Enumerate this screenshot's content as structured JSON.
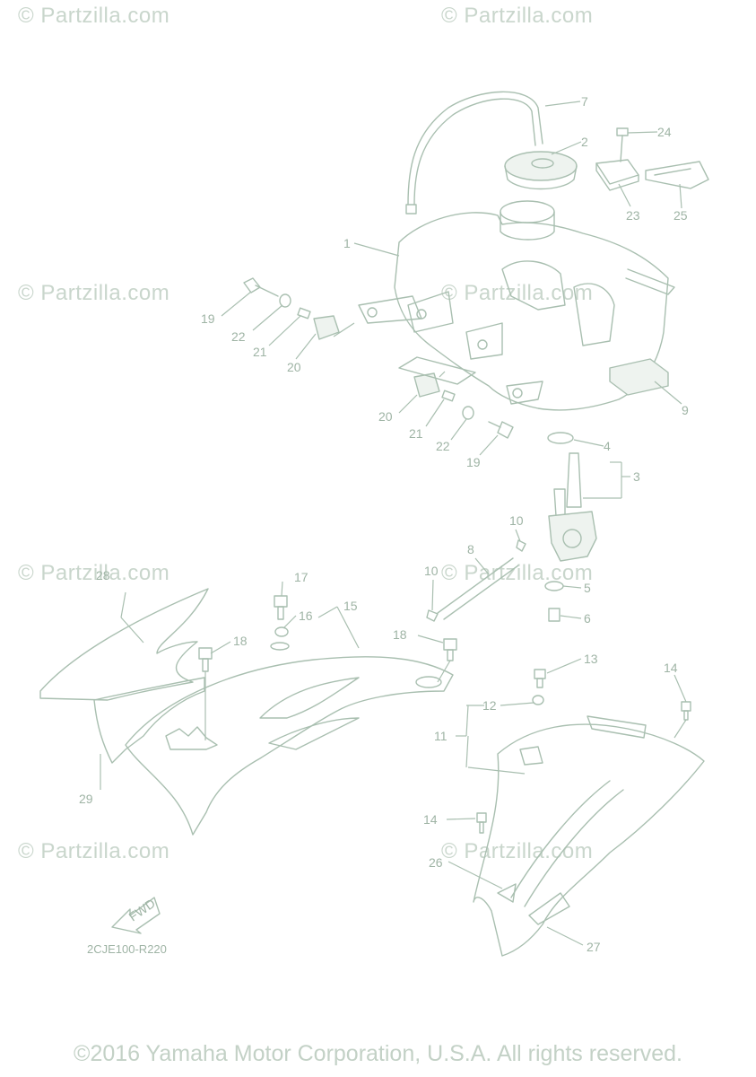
{
  "watermark_text": "© Partzilla.com",
  "copyright": "©2016 Yamaha Motor Corporation, U.S.A. All rights reserved.",
  "diagram_code": "2CJE100-R220",
  "fwd_label": "FWD",
  "callouts": {
    "c1": "1",
    "c2": "2",
    "c3": "3",
    "c4": "4",
    "c5": "5",
    "c6": "6",
    "c7": "7",
    "c8": "8",
    "c9": "9",
    "c10a": "10",
    "c10b": "10",
    "c11": "11",
    "c12": "12",
    "c13": "13",
    "c14a": "14",
    "c14b": "14",
    "c15": "15",
    "c16": "16",
    "c17": "17",
    "c18a": "18",
    "c18b": "18",
    "c19a": "19",
    "c19b": "19",
    "c20a": "20",
    "c20b": "20",
    "c21a": "21",
    "c21b": "21",
    "c22a": "22",
    "c22b": "22",
    "c23": "23",
    "c24": "24",
    "c25": "25",
    "c26": "26",
    "c27": "27",
    "c28": "28",
    "c29": "29"
  },
  "colors": {
    "line": "#a9bfb0",
    "text": "#9fb4a5",
    "watermark": "#c9d6cc"
  }
}
